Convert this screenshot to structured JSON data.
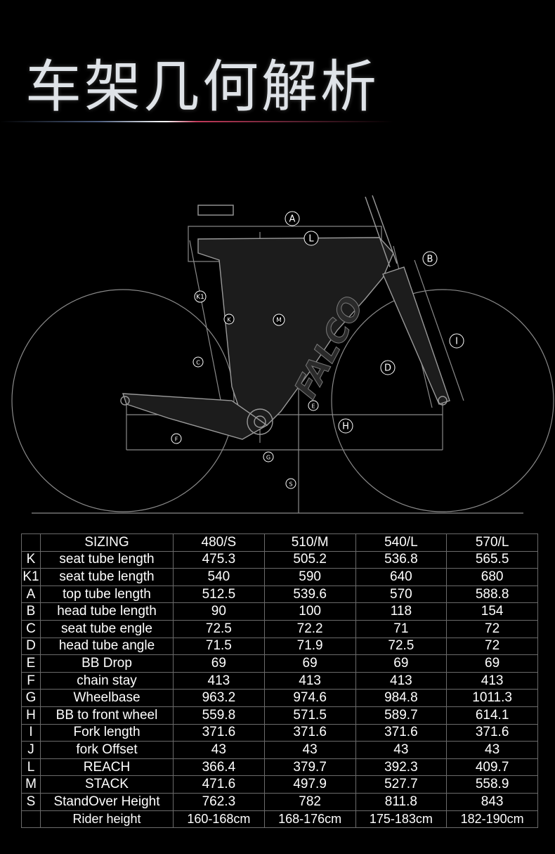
{
  "page": {
    "title": "车架几何解析"
  },
  "colors": {
    "background": "#000000",
    "line": "#8a8a8a",
    "grid": "#6b6b6b"
  },
  "diagram": {
    "labels": [
      "A",
      "L",
      "B",
      "K1",
      "K",
      "M",
      "I",
      "C",
      "D",
      "E",
      "H",
      "F",
      "G",
      "S"
    ],
    "brand": "FALCO"
  },
  "table": {
    "header": [
      "",
      "SIZING",
      "480/S",
      "510/M",
      "540/L",
      "570/L"
    ],
    "rows": [
      [
        "K",
        "seat tube length",
        "475.3",
        "505.2",
        "536.8",
        "565.5"
      ],
      [
        "K1",
        "seat tube length",
        "540",
        "590",
        "640",
        "680"
      ],
      [
        "A",
        "top tube length",
        "512.5",
        "539.6",
        "570",
        "588.8"
      ],
      [
        "B",
        "head tube length",
        "90",
        "100",
        "118",
        "154"
      ],
      [
        "C",
        "seat tube engle",
        "72.5",
        "72.2",
        "71",
        "72"
      ],
      [
        "D",
        "head tube angle",
        "71.5",
        "71.9",
        "72.5",
        "72"
      ],
      [
        "E",
        "BB Drop",
        "69",
        "69",
        "69",
        "69"
      ],
      [
        "F",
        "chain stay",
        "413",
        "413",
        "413",
        "413"
      ],
      [
        "G",
        "Wheelbase",
        "963.2",
        "974.6",
        "984.8",
        "1011.3"
      ],
      [
        "H",
        "BB to front wheel",
        "559.8",
        "571.5",
        "589.7",
        "614.1"
      ],
      [
        "I",
        "Fork length",
        "371.6",
        "371.6",
        "371.6",
        "371.6"
      ],
      [
        "J",
        "fork Offset",
        "43",
        "43",
        "43",
        "43"
      ],
      [
        "L",
        "REACH",
        "366.4",
        "379.7",
        "392.3",
        "409.7"
      ],
      [
        "M",
        "STACK",
        "471.6",
        "497.9",
        "527.7",
        "558.9"
      ],
      [
        "S",
        "StandOver Height",
        "762.3",
        "782",
        "811.8",
        "843"
      ],
      [
        "",
        "Rider height",
        "160-168cm",
        "168-176cm",
        "175-183cm",
        "182-190cm"
      ]
    ]
  }
}
